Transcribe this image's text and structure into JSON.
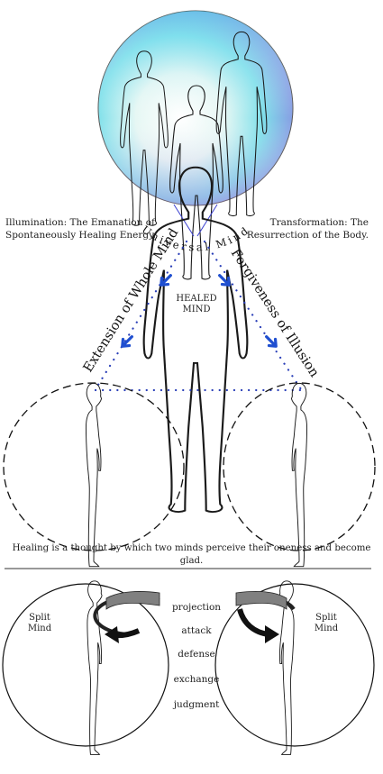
{
  "universal_mind_label": "Universal Mind",
  "caption_left": {
    "line1": "Illumination: The Emanation of",
    "line2": "Spontaneously Healing Energy."
  },
  "caption_right": {
    "line1": "Transformation: The",
    "line2": "Resurrection of the Body."
  },
  "arc_left": "Extension of Whole Mind",
  "arc_right": "Forgiveness of Illusion",
  "healed_mind": {
    "line1": "HEALED",
    "line2": "MIND"
  },
  "healing_caption": "Healing is a thought by which two minds perceive their oneness and become glad.",
  "split_left": {
    "line1": "Split",
    "line2": "Mind"
  },
  "split_right": {
    "line1": "Split",
    "line2": "Mind"
  },
  "middle_words": [
    "projection",
    "attack",
    "defense",
    "exchange",
    "judgment"
  ],
  "colors": {
    "arrow_blue": "#1f4fd0",
    "dot_blue": "#2a3fb8",
    "sphere_cyan": "#4fd9e8",
    "sphere_violet": "#8a7fe0"
  },
  "icons": [
    "down-right-arrow-icon",
    "down-left-arrow-icon",
    "curved-arrow-icon"
  ]
}
